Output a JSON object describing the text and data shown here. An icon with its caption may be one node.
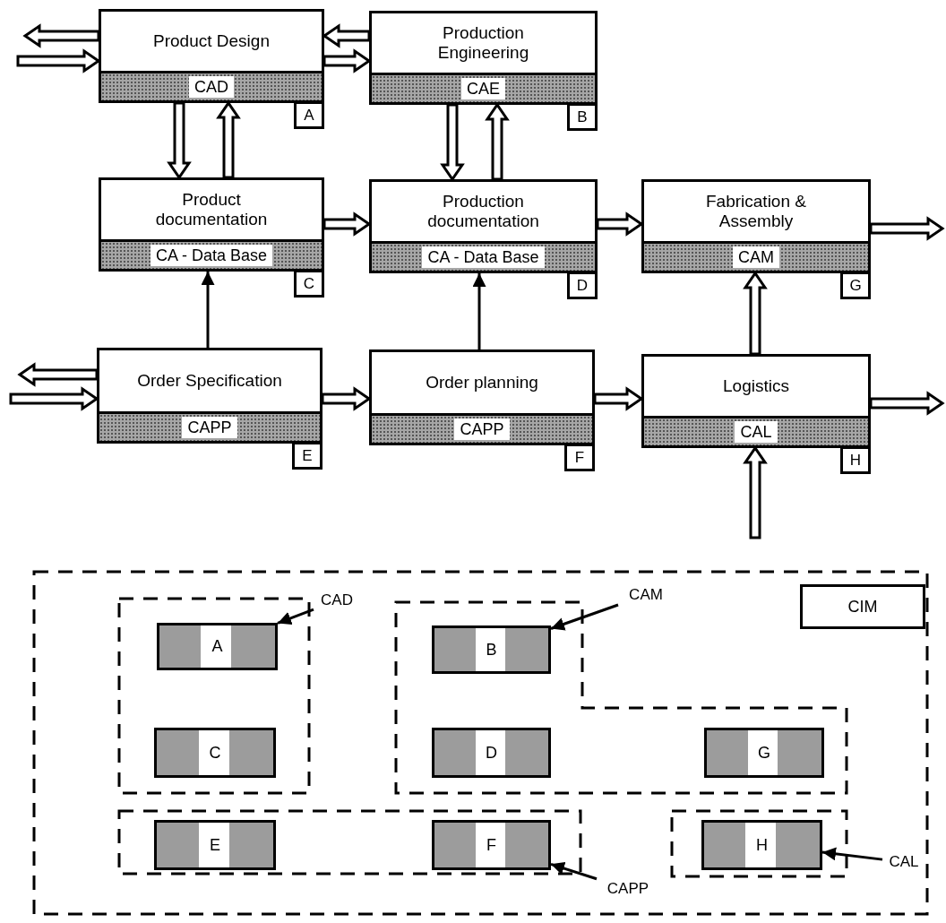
{
  "diagram": {
    "nodes": [
      {
        "text": [
          "Product Design",
          "CAD"
        ],
        "beside": [
          "A"
        ]
      },
      {
        "text": [
          "Production Engineering",
          "CAE"
        ],
        "beside": [
          "B"
        ]
      },
      {
        "text": [
          "Product documentation",
          "CA - Data Base"
        ],
        "beside": [
          "C"
        ]
      },
      {
        "text": [
          "Production documentation",
          "CA - Data Base"
        ],
        "beside": [
          "D"
        ]
      },
      {
        "text": [
          "Fabrication & Assembly",
          "CAM"
        ],
        "beside": [
          "G"
        ]
      },
      {
        "text": [
          "Order Specification",
          "CAPP"
        ],
        "beside": [
          "E"
        ]
      },
      {
        "text": [
          "Order planning",
          "CAPP"
        ],
        "beside": [
          "F"
        ]
      },
      {
        "text": [
          "Logistics",
          "CAL"
        ],
        "beside": [
          "H"
        ]
      },
      {
        "text": [],
        "shape": "box"
      },
      {
        "text": [
          "CIM"
        ],
        "in": 8
      },
      {
        "text": [],
        "shape": "box",
        "in": 8
      },
      {
        "text": [
          "CAD"
        ],
        "in": 8
      },
      {
        "text": [],
        "shape": "box",
        "in": 8
      },
      {
        "text": [
          "CAM"
        ],
        "in": 8
      },
      {
        "text": [
          "A"
        ],
        "in": 10
      },
      {
        "text": [
          "B"
        ],
        "in": 12
      },
      {
        "text": [
          "C"
        ],
        "in": 10
      },
      {
        "text": [
          "D"
        ],
        "in": 12
      },
      {
        "text": [
          "G"
        ],
        "in": 12
      },
      {
        "text": [],
        "shape": "box",
        "in": 8
      },
      {
        "text": [
          "E"
        ],
        "in": 19
      },
      {
        "text": [
          "F"
        ],
        "in": 19
      },
      {
        "text": [
          "CAPP"
        ],
        "in": 8
      },
      {
        "text": [],
        "shape": "box",
        "in": 8
      },
      {
        "text": [
          "H"
        ],
        "in": 23
      },
      {
        "text": [
          "CAL"
        ],
        "in": 8
      }
    ],
    "edges": [
      {
        "from": 0,
        "to": null,
        "arrow": "to",
        "style": "thick"
      },
      {
        "from": null,
        "to": 0,
        "arrow": "to",
        "style": "thick"
      },
      {
        "from": 1,
        "to": 0,
        "arrow": "to",
        "style": "thick"
      },
      {
        "from": 0,
        "to": 1,
        "arrow": "to",
        "style": "thick"
      },
      {
        "from": 0,
        "to": 2,
        "arrow": "to",
        "style": "thick"
      },
      {
        "from": 2,
        "to": 0,
        "arrow": "to",
        "style": "thick"
      },
      {
        "from": 1,
        "to": 3,
        "arrow": "to",
        "style": "thick"
      },
      {
        "from": 3,
        "to": 1,
        "arrow": "to",
        "style": "thick"
      },
      {
        "from": 2,
        "to": 3,
        "arrow": "to",
        "style": "thick"
      },
      {
        "from": 3,
        "to": 4,
        "arrow": "to",
        "style": "thick"
      },
      {
        "from": 4,
        "to": null,
        "arrow": "to",
        "style": "thick"
      },
      {
        "from": 5,
        "to": 2,
        "arrow": "to"
      },
      {
        "from": 6,
        "to": 3,
        "arrow": "to"
      },
      {
        "from": 5,
        "to": null,
        "arrow": "to",
        "style": "thick"
      },
      {
        "from": null,
        "to": 5,
        "arrow": "to",
        "style": "thick"
      },
      {
        "from": 5,
        "to": 6,
        "arrow": "to",
        "style": "thick"
      },
      {
        "from": 6,
        "to": 7,
        "arrow": "to",
        "style": "thick"
      },
      {
        "from": 7,
        "to": 4,
        "arrow": "to",
        "style": "thick"
      },
      {
        "from": 7,
        "to": null,
        "arrow": "to",
        "style": "thick"
      },
      {
        "from": null,
        "to": 7,
        "arrow": "to",
        "style": "thick"
      },
      {
        "from": 11,
        "to": 14,
        "arrow": "to"
      },
      {
        "from": 13,
        "to": 15,
        "arrow": "to"
      },
      {
        "from": 22,
        "to": 21,
        "arrow": "to"
      },
      {
        "from": 25,
        "to": 24,
        "arrow": "to"
      }
    ]
  }
}
